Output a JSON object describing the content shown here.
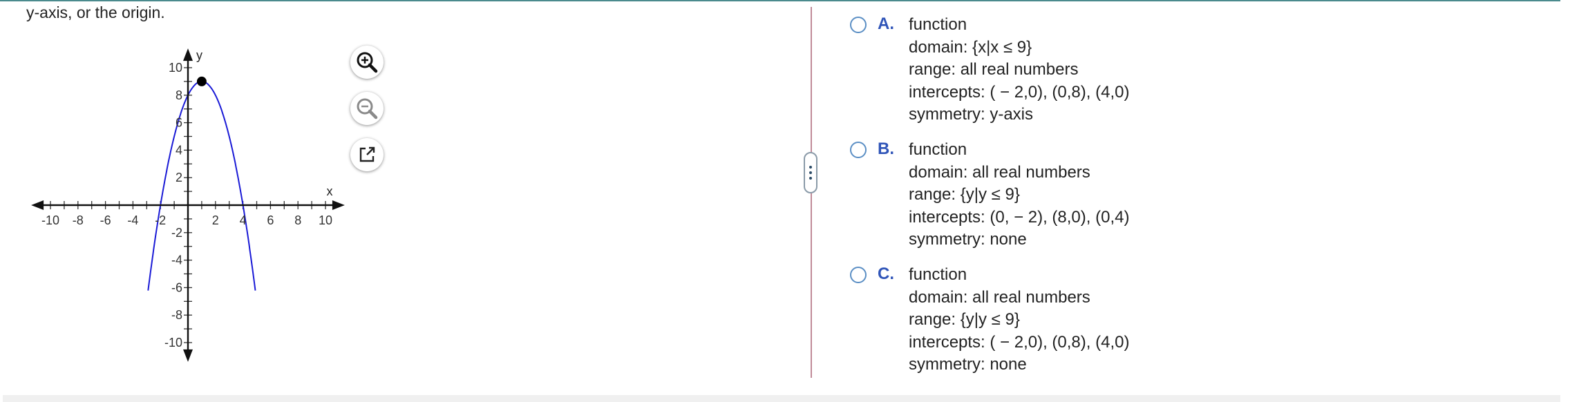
{
  "question": {
    "text_tail": "y-axis, or the origin."
  },
  "graph": {
    "x_axis_label": "x",
    "y_axis_label": "y",
    "x_tick_labels": [
      "-10",
      "-8",
      "-6",
      "-4",
      "-2",
      "2",
      "4",
      "6",
      "8",
      "10"
    ],
    "y_tick_labels": [
      "10",
      "8",
      "6",
      "4",
      "2",
      "-2",
      "-4",
      "-6",
      "-8",
      "-10"
    ],
    "curve": {
      "type": "parabola",
      "a": -1,
      "h": 1,
      "k": 9,
      "color": "#1a1ad6"
    },
    "vertex": {
      "x": 1,
      "y": 9
    },
    "x_range": [
      -11,
      11
    ],
    "y_range": [
      -11,
      11
    ]
  },
  "tools": [
    {
      "name": "zoom-in",
      "icon": "magnifier-plus-icon"
    },
    {
      "name": "zoom-out",
      "icon": "magnifier-minus-icon"
    },
    {
      "name": "open-new-window",
      "icon": "external-link-icon"
    }
  ],
  "options": [
    {
      "letter": "A.",
      "lines": [
        "function",
        "domain: {x|x ≤ 9}",
        "range: all real numbers",
        "intercepts: ( − 2,0), (0,8), (4,0)",
        "symmetry: y-axis"
      ]
    },
    {
      "letter": "B.",
      "lines": [
        "function",
        "domain: all real numbers",
        "range: {y|y ≤ 9}",
        "intercepts: (0, − 2), (8,0), (0,4)",
        "symmetry: none"
      ]
    },
    {
      "letter": "C.",
      "lines": [
        "function",
        "domain: all real numbers",
        "range: {y|y ≤ 9}",
        "intercepts: ( − 2,0), (0,8), (4,0)",
        "symmetry: none"
      ]
    }
  ],
  "colors": {
    "accent": "#2f54b8",
    "radio_border": "#5a8ec4",
    "divider": "#c08a98",
    "curve": "#1a1ad6",
    "top_rule": "#4a8a8d"
  }
}
